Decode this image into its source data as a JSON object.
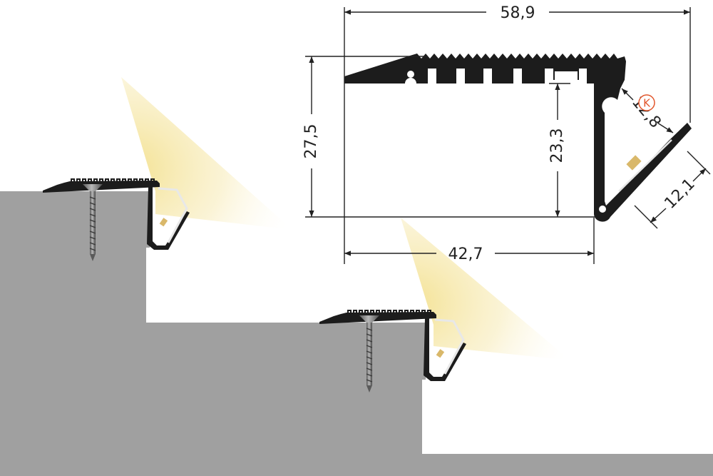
{
  "drawing": {
    "dimensions": {
      "overall_width": "58,9",
      "overall_height": "27,5",
      "inner_height": "23,3",
      "inner_width": "42,7",
      "diagonal_gap": "12,8",
      "diffuser_width": "12,1"
    },
    "marker_letter": "K",
    "colors": {
      "profile": "#1c1c1c",
      "wall": "#a0a0a0",
      "light_warm": "#f6e7a6",
      "led": "#d9b86a",
      "marker": "#e2572d",
      "dimension_line": "#222222"
    },
    "icons": {
      "screw": "countersunk-screw-icon",
      "led_strip": "led-strip-icon"
    }
  }
}
